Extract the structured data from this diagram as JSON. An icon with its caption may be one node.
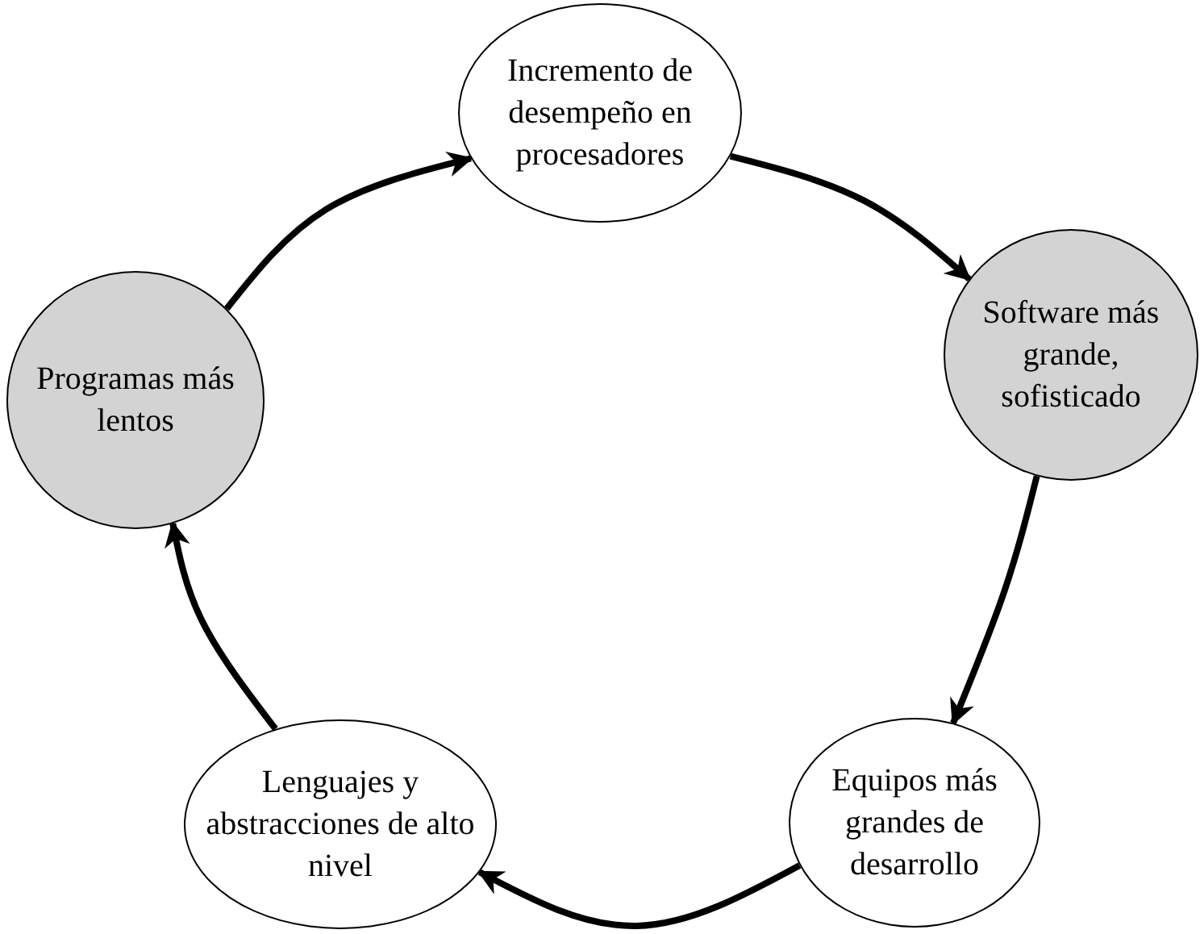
{
  "diagram": {
    "nodes": [
      {
        "text": [
          "Incremento de desempeño en procesadores"
        ]
      },
      {
        "text": [
          "Software más grande, sofisticado"
        ]
      },
      {
        "text": [
          "Equipos más grandes de desarrollo"
        ]
      },
      {
        "text": [
          "Lenguajes y abstracciones de alto nivel"
        ]
      },
      {
        "text": [
          "Programas más lentos"
        ]
      }
    ],
    "edges": [
      {
        "from": 0,
        "to": 1,
        "arrow": "to"
      },
      {
        "from": 1,
        "to": 2,
        "arrow": "to"
      },
      {
        "from": 2,
        "to": 3,
        "arrow": "to"
      },
      {
        "from": 3,
        "to": 4,
        "arrow": "to"
      },
      {
        "from": 4,
        "to": 0,
        "arrow": "to"
      }
    ]
  }
}
